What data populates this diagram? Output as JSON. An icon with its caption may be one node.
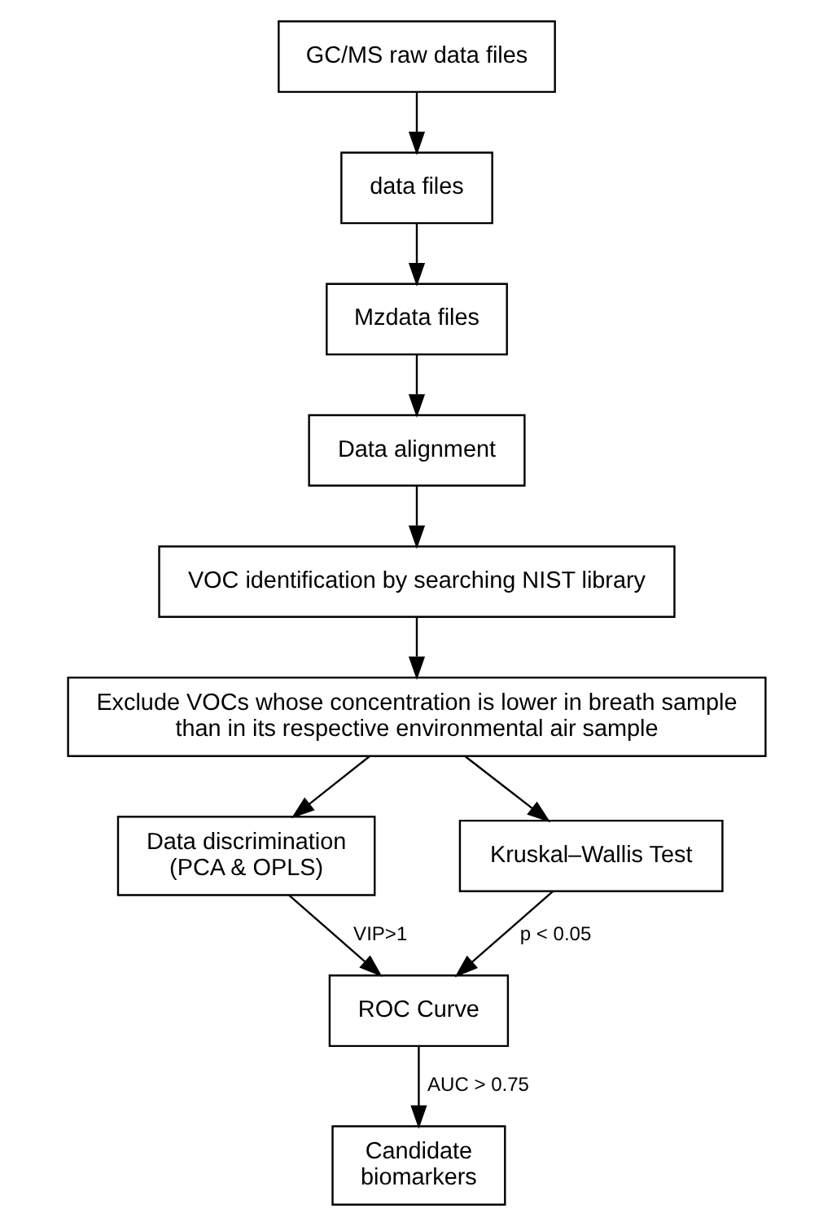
{
  "diagram": {
    "nodes": [
      {
        "text": [
          "GC/MS raw data files"
        ]
      },
      {
        "text": [
          "data files"
        ]
      },
      {
        "text": [
          "Mzdata files"
        ]
      },
      {
        "text": [
          "Data alignment"
        ]
      },
      {
        "text": [
          "VOC identification by searching NIST library"
        ]
      },
      {
        "text": [
          "Exclude VOCs whose concentration is lower in breath sample than in its respective environmental air sample"
        ]
      },
      {
        "text": [
          "Data discrimination (PCA & OPLS)"
        ]
      },
      {
        "text": [
          "Kruskal–Wallis Test"
        ]
      },
      {
        "text": [
          "ROC Curve"
        ]
      },
      {
        "text": [
          "Candidate biomarkers"
        ]
      }
    ],
    "edges": [
      {
        "from": 0,
        "to": 1,
        "arrow": "to"
      },
      {
        "from": 1,
        "to": 2,
        "arrow": "to"
      },
      {
        "from": 2,
        "to": 3,
        "arrow": "to"
      },
      {
        "from": 3,
        "to": 4,
        "arrow": "to"
      },
      {
        "from": 4,
        "to": 5,
        "arrow": "to"
      },
      {
        "from": 5,
        "to": 6,
        "arrow": "to"
      },
      {
        "from": 5,
        "to": 7,
        "arrow": "to"
      },
      {
        "from": 6,
        "to": 8,
        "arrow": "to",
        "label": "VIP>1"
      },
      {
        "from": 7,
        "to": 8,
        "arrow": "to",
        "label": "p < 0.05"
      },
      {
        "from": 8,
        "to": 9,
        "arrow": "to",
        "label": "AUC > 0.75"
      }
    ]
  }
}
